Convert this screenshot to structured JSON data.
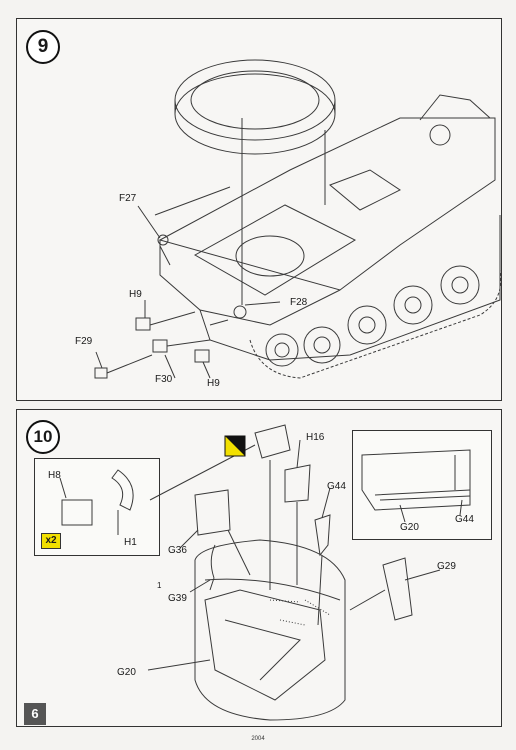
{
  "steps": {
    "step9": {
      "number": "9",
      "labels": {
        "f27": "F27",
        "h9a": "H9",
        "f28": "F28",
        "f29": "F29",
        "f30": "F30",
        "h9b": "H9"
      }
    },
    "step10": {
      "number": "10",
      "inset_left": {
        "h8": "H8",
        "h1": "H1",
        "multiplier": "x2"
      },
      "labels": {
        "h16": "H16",
        "g44a": "G44",
        "g36": "G36",
        "g39": "G39",
        "g29": "G29",
        "g20a": "G20",
        "one": "1"
      },
      "inset_right": {
        "g20": "G20",
        "g44": "G44"
      }
    }
  },
  "page_number": "6",
  "footer_code": "2004",
  "colors": {
    "page": "#f4f3f1",
    "line": "#333333",
    "yellow": "#f2e000"
  }
}
